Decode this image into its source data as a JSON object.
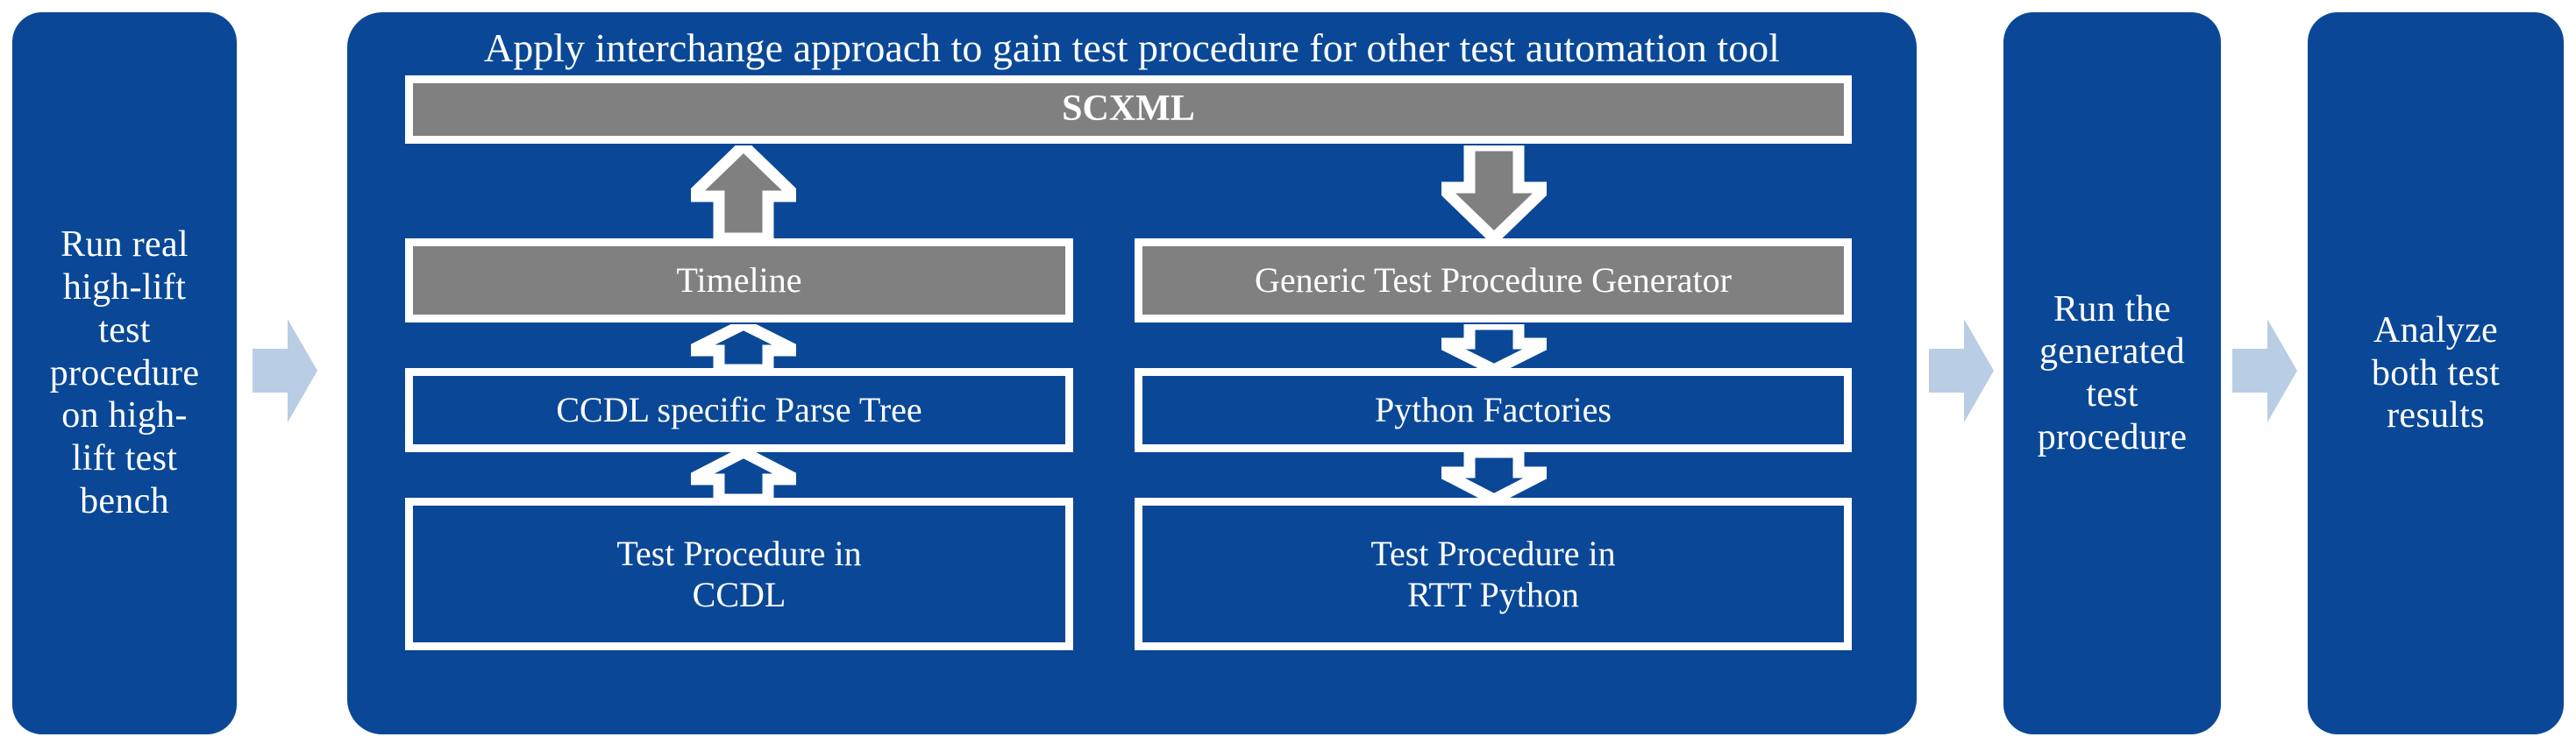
{
  "colors": {
    "brand_blue": "#0A4897",
    "node_gray": "#808080",
    "connector_light_blue": "#B9CDE5",
    "outline_white": "#FFFFFF",
    "background": "#FFFFFF"
  },
  "stages": {
    "run_real": {
      "label": "Run  real\nhigh-lift\ntest\nprocedure\non high-\nlift test\nbench"
    },
    "run_generated": {
      "label": "Run the\ngenerated\ntest\nprocedure"
    },
    "analyze": {
      "label": "Analyze\nboth test\nresults"
    }
  },
  "main_panel": {
    "heading": "Apply interchange approach to  gain test procedure for other  test automation tool",
    "nodes": {
      "scxml": {
        "label": "SCXML",
        "fill": "gray"
      },
      "timeline": {
        "label": "Timeline",
        "fill": "gray"
      },
      "parse_tree": {
        "label": "CCDL specific Parse Tree",
        "fill": "blue"
      },
      "tp_ccdl": {
        "label": "Test Procedure in\nCCDL",
        "fill": "blue"
      },
      "generator": {
        "label": "Generic Test Procedure Generator",
        "fill": "gray"
      },
      "python_factories": {
        "label": "Python Factories",
        "fill": "blue"
      },
      "tp_rtt": {
        "label": "Test Procedure in\nRTT Python",
        "fill": "blue"
      }
    },
    "arrows": [
      {
        "name": "timeline-to-scxml",
        "direction": "up",
        "fill": "gray"
      },
      {
        "name": "parse-tree-to-timeline",
        "direction": "up",
        "fill": "blue"
      },
      {
        "name": "tp-ccdl-to-parse-tree",
        "direction": "up",
        "fill": "blue"
      },
      {
        "name": "scxml-to-generator",
        "direction": "down",
        "fill": "gray"
      },
      {
        "name": "generator-to-python-factories",
        "direction": "down",
        "fill": "blue"
      },
      {
        "name": "python-factories-to-tp-rtt",
        "direction": "down",
        "fill": "blue"
      }
    ]
  },
  "connectors": [
    {
      "name": "run-real-to-main",
      "direction": "right"
    },
    {
      "name": "main-to-run-generated",
      "direction": "right"
    },
    {
      "name": "run-generated-to-analyze",
      "direction": "right"
    }
  ]
}
